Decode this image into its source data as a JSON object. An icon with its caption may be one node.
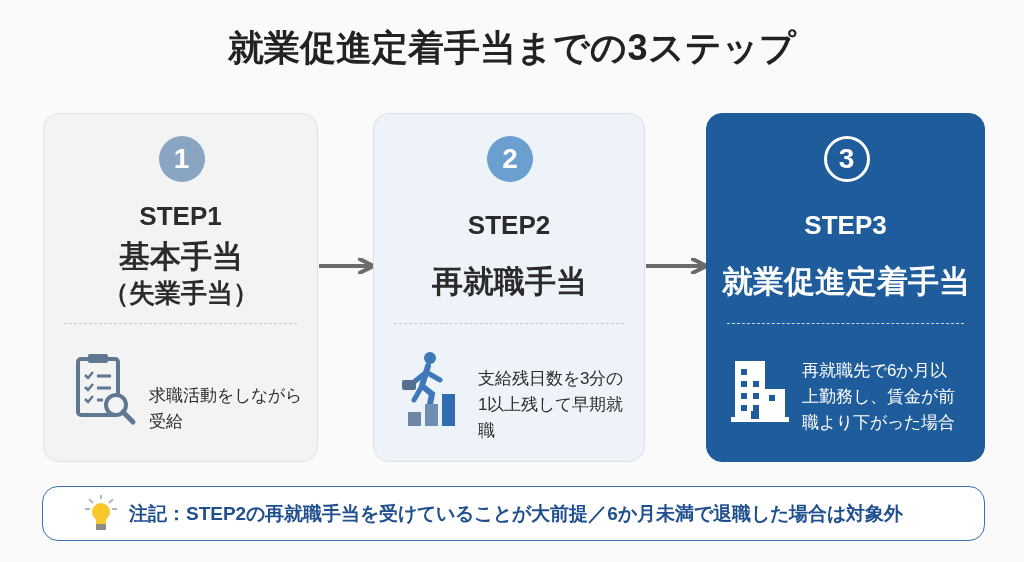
{
  "diagram": {
    "title": "就業促進定着手当までの3ステップ",
    "nodes": [
      {
        "text": [
          "1",
          "STEP1",
          "基本手当",
          "（失業手当）",
          "求職活動をしながら受給"
        ]
      },
      {
        "text": [
          "2",
          "STEP2",
          "再就職手当",
          "支給残日数を3分の1以上残して早期就職"
        ]
      },
      {
        "text": [
          "3",
          "STEP3",
          "就業促進定着手当",
          "再就職先で6か月以上勤務し、賃金が前職より下がった場合"
        ]
      },
      {
        "text": [
          "注記：STEP2の再就職手当を受けていることが大前提／6か月未満で退職した場合は対象外"
        ]
      }
    ],
    "edges": [
      {
        "from": 0,
        "to": 1,
        "arrow": "to"
      },
      {
        "from": 1,
        "to": 2,
        "arrow": "to"
      }
    ]
  }
}
